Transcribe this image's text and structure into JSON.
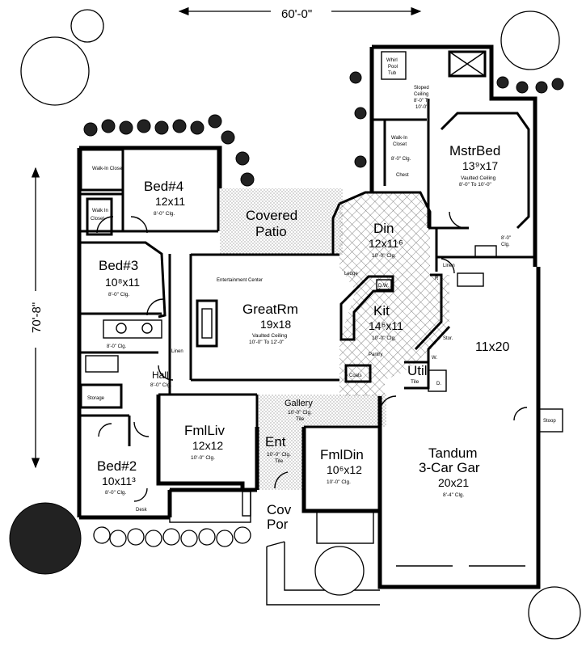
{
  "dimensions": {
    "width_label": "60'-0\"",
    "depth_label": "70'-8\""
  },
  "rooms": {
    "bed4": {
      "name": "Bed#4",
      "size": "12x11",
      "note": "8'-0\" Clg."
    },
    "bed3": {
      "name": "Bed#3",
      "size": "10⁸x11",
      "note": "8'-0\" Clg."
    },
    "bed2": {
      "name": "Bed#2",
      "size": "10x11³",
      "note": "8'-0\" Clg."
    },
    "patio": {
      "name_line1": "Covered",
      "name_line2": "Patio"
    },
    "greatrm": {
      "name": "GreatRm",
      "size": "19x18",
      "note1": "Vaulted Ceiling",
      "note2": "10'-0\" To 12'-0\""
    },
    "din": {
      "name": "Din",
      "size": "12x11⁶",
      "note": "10'-0\" Clg."
    },
    "kit": {
      "name": "Kit",
      "size": "14⁶x11",
      "note": "10'-0\" Clg."
    },
    "mstrbed": {
      "name": "MstrBed",
      "size": "13⁹x17",
      "note1": "Vaulted Ceiling",
      "note2": "8'-0\" To 10'-0\""
    },
    "util": {
      "name": "Util",
      "note": "Tile"
    },
    "garage_small": {
      "size": "11x20"
    },
    "hall": {
      "name": "Hall",
      "note": "8'-0\" Clg."
    },
    "fmlliv": {
      "name": "FmlLiv",
      "size": "12x12",
      "note": "10'-0\" Clg."
    },
    "ent": {
      "name": "Ent",
      "note1": "10'-0\" Clg.",
      "note2": "Tile"
    },
    "fmldin": {
      "name": "FmlDin",
      "size": "10⁶x12",
      "note": "10'-0\" Clg."
    },
    "gallery": {
      "name": "Gallery",
      "note1": "10'-0\" Clg.",
      "note2": "Tile"
    },
    "garage": {
      "line1": "Tandum",
      "line2": "3-Car Gar",
      "size": "20x21",
      "note": "8'-4\" Clg."
    },
    "covpor": {
      "line1": "Cov",
      "line2": "Por"
    }
  },
  "labels": {
    "walkin_closet": "Walk-In Closet",
    "walk_in": "Walk In",
    "closet": "Closet",
    "linen": "Linen",
    "storage": "Storage",
    "desk": "Desk",
    "entertainment": "Entertainment Center",
    "ledge": "Ledge",
    "dw": "D.W.",
    "pantry": "Pantry",
    "coats": "Coats",
    "stor": "Stor.",
    "w": "W.",
    "d": "D.",
    "r": "R",
    "stoop": "Stoop",
    "whirlpool1": "Whirl",
    "whirlpool2": "Pool",
    "whirlpool3": "Tub",
    "sloped1": "Sloped",
    "sloped2": "Ceiling",
    "sloped3": "8'-0\" To",
    "sloped4": "10'-0\"",
    "walkin2_line1": "Walk-In",
    "walkin2_line2": "Closet",
    "clg8": "8'-0\" Clg.",
    "chest": "Chest",
    "clg8_short": "8'-0\"",
    "clg_short": "Clg.",
    "bath_clg": "8'-0\" Clg."
  }
}
